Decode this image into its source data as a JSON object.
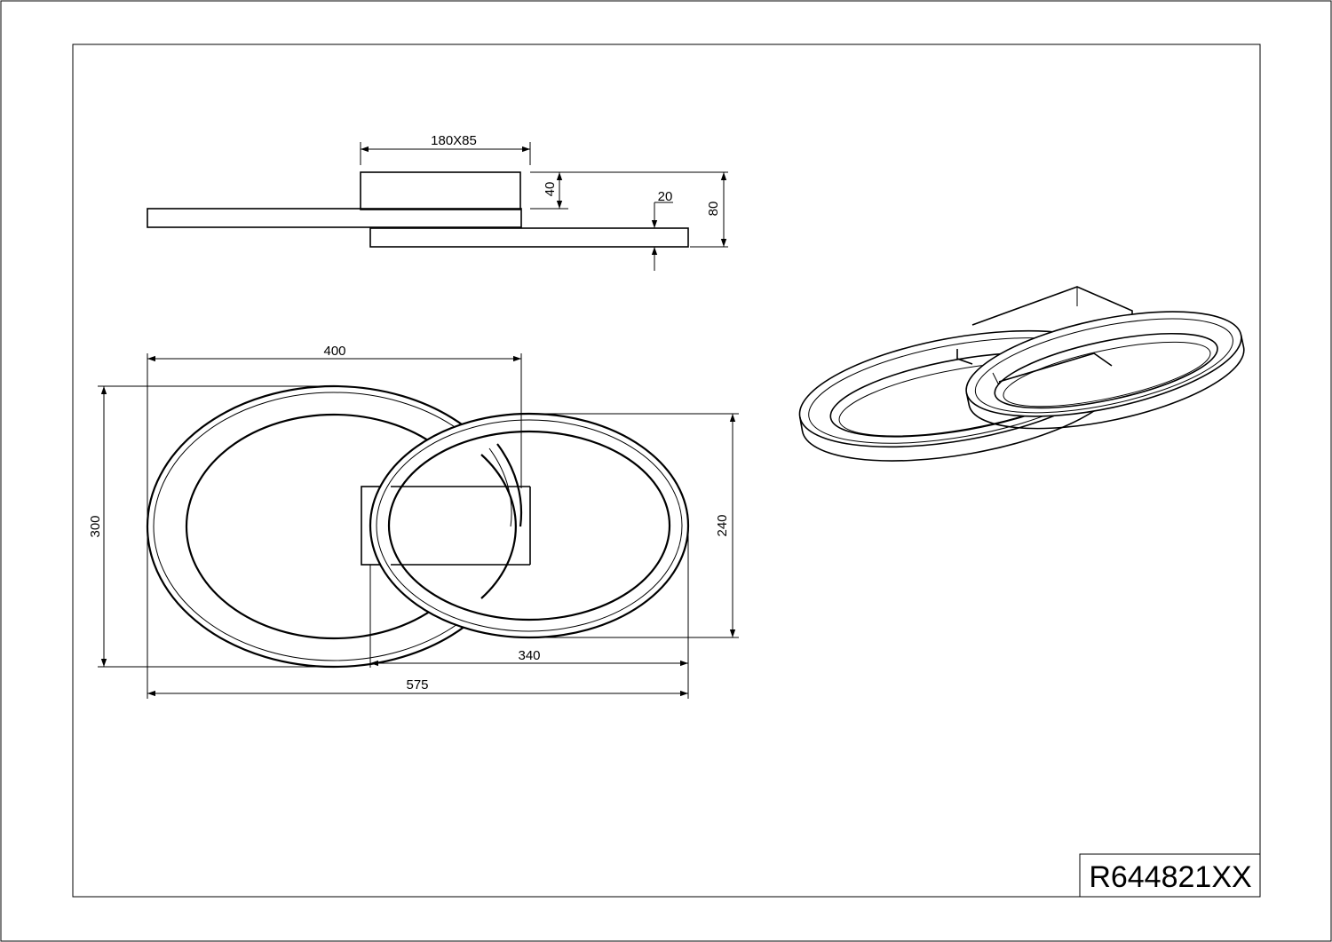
{
  "drawing_code": "R644821XX",
  "dimensions": {
    "mount_plate": "180X85",
    "mount_height": "40",
    "ring_thickness": "20",
    "total_height": "80",
    "large_ring_width": "400",
    "total_depth": "300",
    "small_ring_width": "340",
    "total_width": "575",
    "small_ring_depth": "240"
  }
}
